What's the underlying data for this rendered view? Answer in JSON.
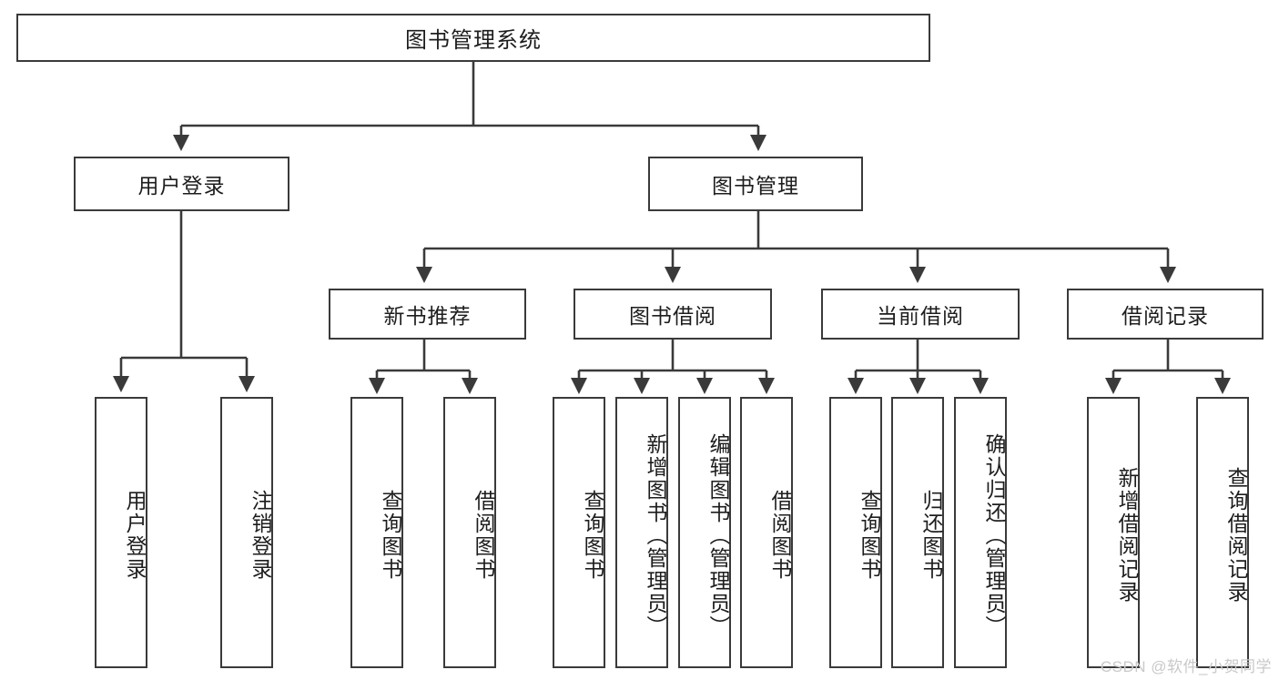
{
  "diagram": {
    "title": "图书管理系统",
    "type": "tree-hierarchy-chart",
    "line_color": "#3a3a3a",
    "box_fill": "#ffffff",
    "text_color": "#1d1d1d"
  },
  "nodes": {
    "root": {
      "label": "图书管理系统"
    },
    "level2": [
      {
        "label": "用户登录"
      },
      {
        "label": "图书管理"
      }
    ],
    "level3": [
      {
        "label": "新书推荐"
      },
      {
        "label": "图书借阅"
      },
      {
        "label": "当前借阅"
      },
      {
        "label": "借阅记录"
      }
    ],
    "leaves": {
      "user_login": [
        {
          "label": "用户登录"
        },
        {
          "label": "注销登录"
        }
      ],
      "new_book_recommend": [
        {
          "label": "查询图书"
        },
        {
          "label": "借阅图书"
        }
      ],
      "book_borrow": [
        {
          "label": "查询图书"
        },
        {
          "label": "新增图书（管理员）"
        },
        {
          "label": "编辑图书（管理员）"
        },
        {
          "label": "借阅图书"
        }
      ],
      "current_borrow": [
        {
          "label": "查询图书"
        },
        {
          "label": "归还图书"
        },
        {
          "label": "确认归还（管理员）"
        }
      ],
      "borrow_record": [
        {
          "label": "新增借阅记录"
        },
        {
          "label": "查询借阅记录"
        }
      ]
    }
  },
  "watermark": {
    "text": "CSDN @软件_小贺同学"
  }
}
